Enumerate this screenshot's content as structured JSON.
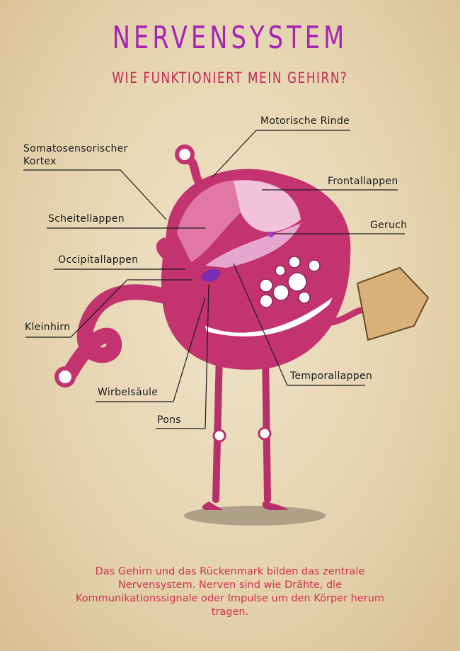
{
  "title": "NERVENSYSTEM",
  "subtitle": "WIE FUNKTIONIERT MEIN GEHIRN?",
  "labels": {
    "motorische_rinde": "Motorische Rinde",
    "somatosensorischer_1": "Somatosensorischer",
    "somatosensorischer_2": "Kortex",
    "frontallappen": "Frontallappen",
    "scheitellappen": "Scheitellappen",
    "geruch": "Geruch",
    "occipitallappen": "Occipitallappen",
    "kleinhirn": "Kleinhirn",
    "temporallappen": "Temporallappen",
    "wirbelsaeule": "Wirbelsäule",
    "pons": "Pons"
  },
  "description": "Das Gehirn und das Rückenmark bilden das zentrale Nervensystem. Nerven sind wie Drähte, die Kommunikationssignale oder Impulse um den Körper herum tragen.",
  "colors": {
    "title": "#a424b4",
    "subtitle": "#c22a55",
    "monster": "#c2336f",
    "description": "#d0304f"
  }
}
